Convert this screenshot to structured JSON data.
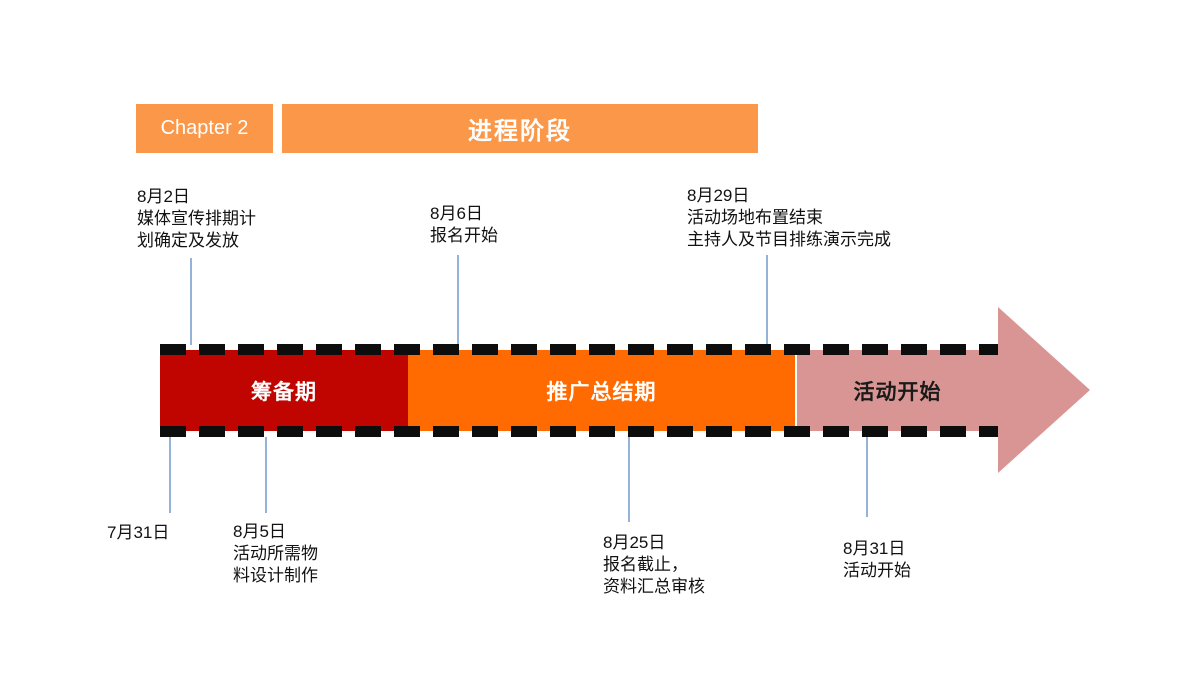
{
  "header": {
    "chapter_label": "Chapter 2",
    "title": "进程阶段"
  },
  "colors": {
    "accent_orange": "#FA9748",
    "phase_red": "#C00500",
    "phase_orange": "#FF6B00",
    "phase_rose": "#D99594",
    "connector_blue": "#95B3D7",
    "dash_black": "#0D0D0D"
  },
  "timeline": {
    "segments": [
      {
        "label": "筹备期"
      },
      {
        "label": "推广总结期"
      },
      {
        "label": "活动开始"
      }
    ],
    "milestones_top": [
      {
        "text": "8月2日\n媒体宣传排期计\n划确定及发放"
      },
      {
        "text": "8月6日\n报名开始"
      },
      {
        "text": "8月29日\n活动场地布置结束\n主持人及节目排练演示完成"
      }
    ],
    "milestones_bottom": [
      {
        "text": "7月31日"
      },
      {
        "text": "8月5日\n活动所需物\n料设计制作"
      },
      {
        "text": "8月25日\n报名截止，\n资料汇总审核"
      },
      {
        "text": "8月31日\n活动开始"
      }
    ]
  }
}
